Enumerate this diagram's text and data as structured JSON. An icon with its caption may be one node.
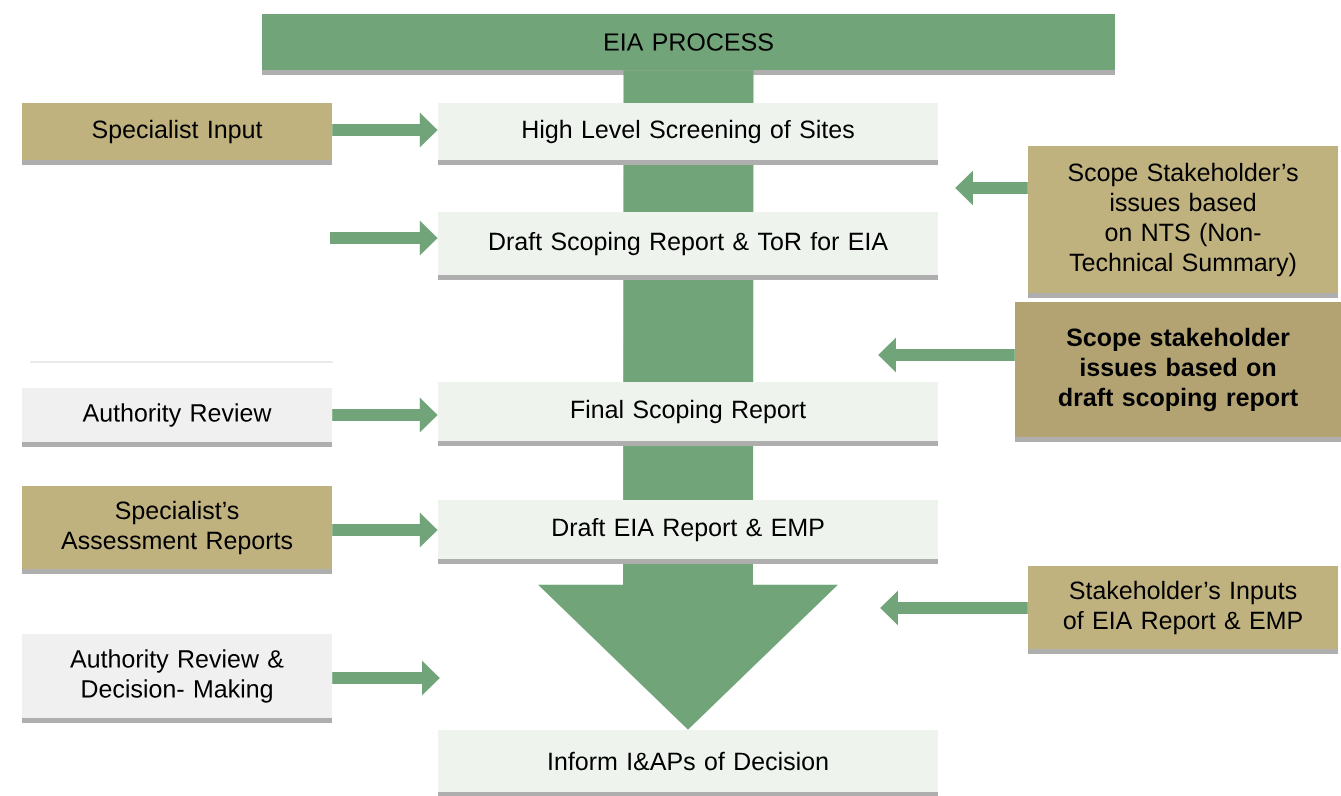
{
  "diagram": {
    "nodes": [
      {
        "text": [
          "EIA PROCESS"
        ]
      },
      {
        "text": [
          "Specialist Input"
        ]
      },
      {
        "text": [
          "High Level Screening of Sites"
        ]
      },
      {
        "text": [
          "Scope Stakeholder’s issues based on NTS (Non-Technical Summary)"
        ]
      },
      {
        "text": [
          "Draft Scoping Report & ToR for EIA"
        ]
      },
      {
        "text": [
          "Scope stakeholder issues based on draft scoping report"
        ]
      },
      {
        "text": [
          "Authority Review"
        ]
      },
      {
        "text": [
          "Final Scoping Report"
        ]
      },
      {
        "text": [
          "Specialist’s Assessment Reports"
        ]
      },
      {
        "text": [
          "Draft EIA Report & EMP"
        ]
      },
      {
        "text": [
          "Stakeholder’s Inputs of EIA Report & EMP"
        ]
      },
      {
        "text": [
          "Authority Review & Decision- Making"
        ]
      },
      {
        "text": [
          "Inform I&APs of Decision"
        ]
      }
    ],
    "edges": [
      {
        "from": 0,
        "to": 12,
        "arrow": "to",
        "style": "thick"
      },
      {
        "from": 1,
        "to": 2,
        "arrow": "to"
      },
      {
        "from": null,
        "to": 4,
        "arrow": "to"
      },
      {
        "from": 3,
        "to": null,
        "arrow": "to"
      },
      {
        "from": 5,
        "to": null,
        "arrow": "to"
      },
      {
        "from": 6,
        "to": 7,
        "arrow": "to"
      },
      {
        "from": 8,
        "to": 9,
        "arrow": "to"
      },
      {
        "from": 10,
        "to": null,
        "arrow": "to"
      },
      {
        "from": 11,
        "to": null,
        "arrow": "to"
      }
    ]
  }
}
